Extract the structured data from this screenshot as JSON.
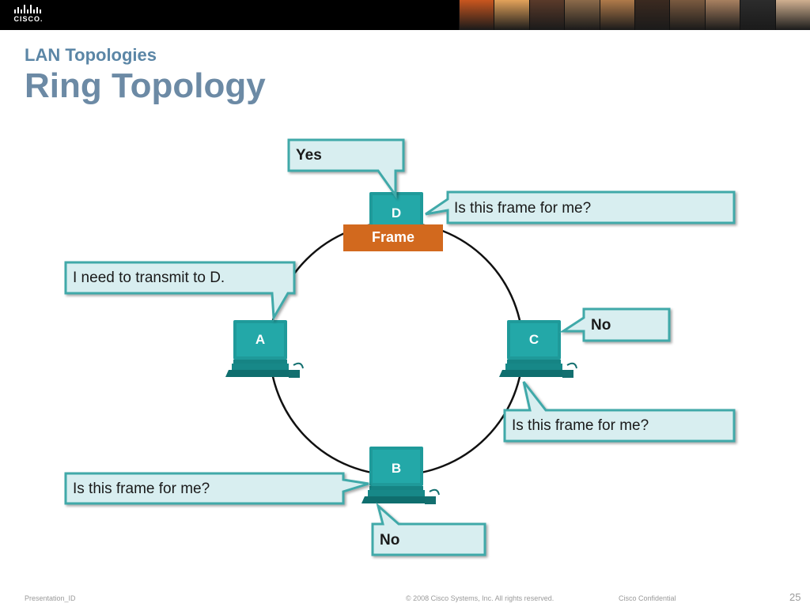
{
  "header": {
    "logo_text": "CISCO.",
    "photo_colors": [
      "#c9561f",
      "#e3a25a",
      "#5a3a2a",
      "#8b6a4a",
      "#b07a4a",
      "#3b2a20",
      "#7a5a40",
      "#a88060",
      "#2c2c2c",
      "#d0b090"
    ]
  },
  "section_title": "LAN Topologies",
  "slide_title": "Ring Topology",
  "diagram": {
    "colors": {
      "pc_teal": "#1f9a9a",
      "pc_dark": "#0f6e6e",
      "frame_orange": "#d2691e",
      "callout_fill": "#d8eef0",
      "callout_border": "#3fa9a9",
      "ring": "#111111"
    },
    "nodes": {
      "A": {
        "label": "A"
      },
      "B": {
        "label": "B"
      },
      "C": {
        "label": "C"
      },
      "D": {
        "label": "D"
      }
    },
    "frame_label": "Frame",
    "callouts": {
      "d_yes": "Yes",
      "d_question": "Is this frame for me?",
      "a_transmit": "I need to transmit to D.",
      "c_no": "No",
      "c_question": "Is this frame for me?",
      "b_question": "Is this frame for me?",
      "b_no": "No"
    }
  },
  "footer": {
    "presentation_id": "Presentation_ID",
    "copyright": "© 2008 Cisco Systems, Inc. All rights reserved.",
    "confidential": "Cisco Confidential",
    "page_number": "25"
  }
}
